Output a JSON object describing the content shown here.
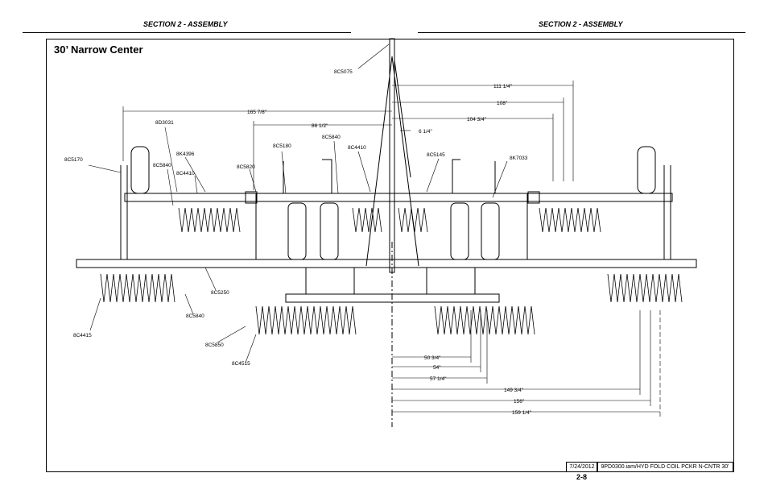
{
  "header": {
    "left_section": "SECTION 2 - ASSEMBLY",
    "right_section": "SECTION 2 - ASSEMBLY"
  },
  "title": "30’ Narrow Center",
  "part_labels": {
    "8C5075": "8C5075",
    "8D3031": "8D3031",
    "8C5170": "8C5170",
    "8K4396": "8K4396",
    "8C5840_a": "8C5840",
    "8C4410_a": "8C4410",
    "8C5820": "8C5820",
    "8C5180": "8C5180",
    "8C5840_b": "8C5840",
    "8C4410_b": "8C4410",
    "8C5145": "8C5145",
    "8K7033": "8K7033",
    "8C5250": "8C5250",
    "8C5840_c": "8C5840",
    "8C4415": "8C4415",
    "8C5850": "8C5850",
    "8C4515": "8C4515"
  },
  "dimensions_top": {
    "d1": "111 1/4\"",
    "d2": "108\"",
    "d3": "104 3/4\"",
    "d4": "165 7/8\"",
    "d5": "86 1/2\"",
    "d6": "6 1/4\""
  },
  "dimensions_bottom": {
    "d1": "50 3/4\"",
    "d2": "54\"",
    "d3": "57 1/4\"",
    "d4": "149 3/4\"",
    "d5": "156\"",
    "d6": "159 1/4\""
  },
  "footer": {
    "date": "7/24/2012",
    "file": "9PD0300.iam/HYD FOLD COIL PCKR N-CNTR 30'",
    "page": "2-8"
  }
}
